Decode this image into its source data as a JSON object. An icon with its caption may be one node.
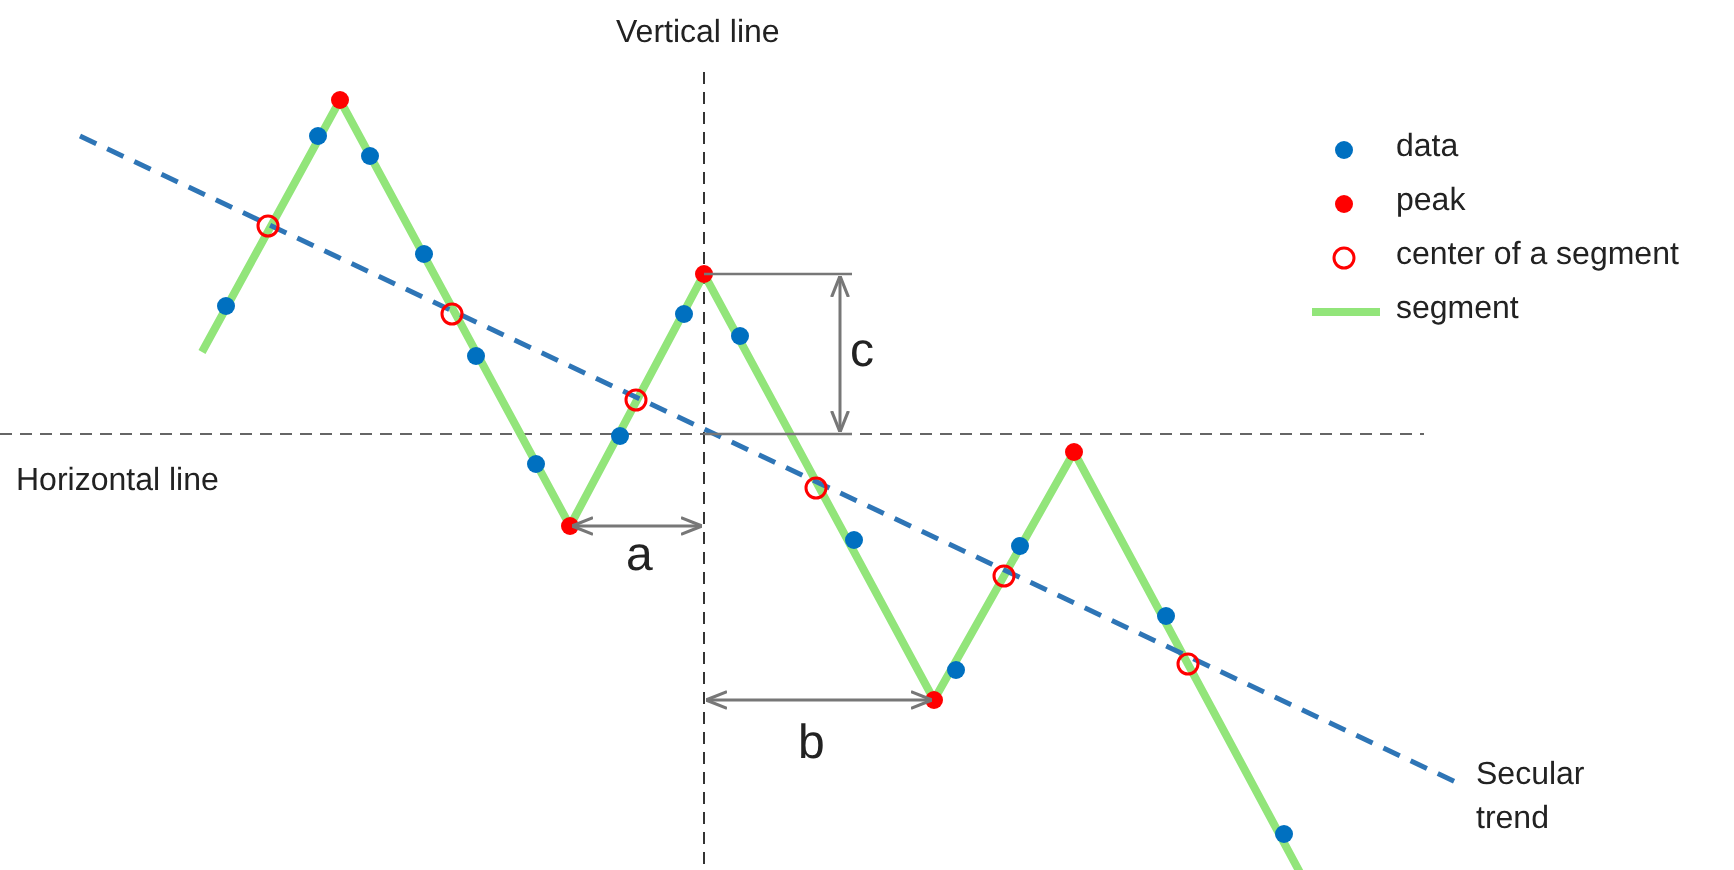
{
  "diagram": {
    "labels": [
      "Vertical line",
      "Horizontal line",
      "a",
      "c",
      "b",
      "Secular trend"
    ],
    "legend": [
      {
        "text": "data",
        "color": "#0070c0"
      },
      {
        "text": "peak",
        "color": "#ff0000"
      },
      {
        "text": "center of a segment"
      },
      {
        "text": "segment"
      }
    ]
  }
}
